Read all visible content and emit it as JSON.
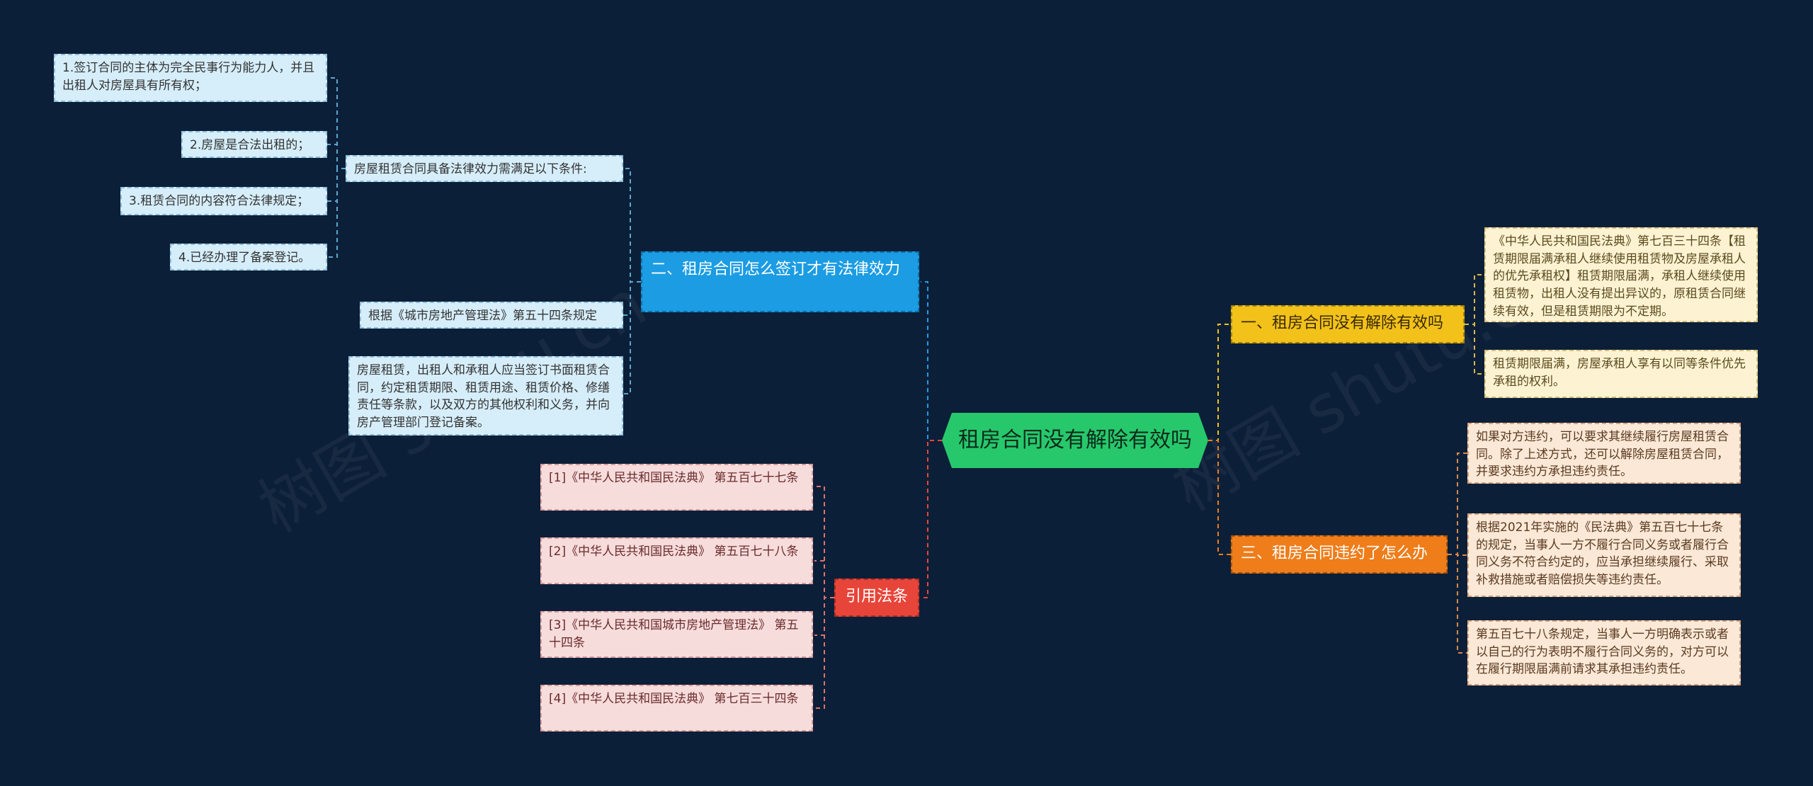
{
  "root": {
    "label": "租房合同没有解除有效吗"
  },
  "watermark": {
    "left": "树图 shutu.cn",
    "right": "树图 shutu.cn"
  },
  "branches": {
    "sign": {
      "label": "二、租房合同怎么签订才有法律效力",
      "condition": {
        "label": "房屋租赁合同具备法律效力需满足以下条件:",
        "items": [
          "1.签订合同的主体为完全民事行为能力人，并且出租人对房屋具有所有权；",
          "2.房屋是合法出租的；",
          "3.租赁合同的内容符合法律规定；",
          "4.已经办理了备案登记。"
        ]
      },
      "basis": "根据《城市房地产管理法》第五十四条规定",
      "detail": "房屋租赁，出租人和承租人应当签订书面租赁合同，约定租赁期限、租赁用途、租赁价格、修缮责任等条款，以及双方的其他权利和义务，并向房产管理部门登记备案。"
    },
    "law": {
      "label": "引用法条",
      "items": [
        "[1]《中华人民共和国民法典》 第五百七十七条",
        "[2]《中华人民共和国民法典》 第五百七十八条",
        "[3]《中华人民共和国城市房地产管理法》 第五十四条",
        "[4]《中华人民共和国民法典》 第七百三十四条"
      ]
    },
    "valid": {
      "label": "一、租房合同没有解除有效吗",
      "items": [
        "《中华人民共和国民法典》第七百三十四条【租赁期限届满承租人继续使用租赁物及房屋承租人的优先承租权】租赁期限届满，承租人继续使用租赁物，出租人没有提出异议的，原租赁合同继续有效，但是租赁期限为不定期。",
        "租赁期限届满，房屋承租人享有以同等条件优先承租的权利。"
      ]
    },
    "breach": {
      "label": "三、租房合同违约了怎么办",
      "items": [
        "如果对方违约，可以要求其继续履行房屋租赁合同。除了上述方式，还可以解除房屋租赁合同，并要求违约方承担违约责任。",
        "根据2021年实施的《民法典》第五百七十七条的规定，当事人一方不履行合同义务或者履行合同义务不符合约定的，应当承担继续履行、采取补救措施或者赔偿损失等违约责任。",
        "第五百七十八条规定，当事人一方明确表示或者以自己的行为表明不履行合同义务的，对方可以在履行期限届满前请求其承担违约责任。"
      ]
    }
  },
  "colors": {
    "background": "#0c1f38",
    "root": "#27c86c",
    "sign": "#1b9ce3",
    "law": "#e8453a",
    "valid": "#f2c21a",
    "breach": "#ee7d1a"
  }
}
